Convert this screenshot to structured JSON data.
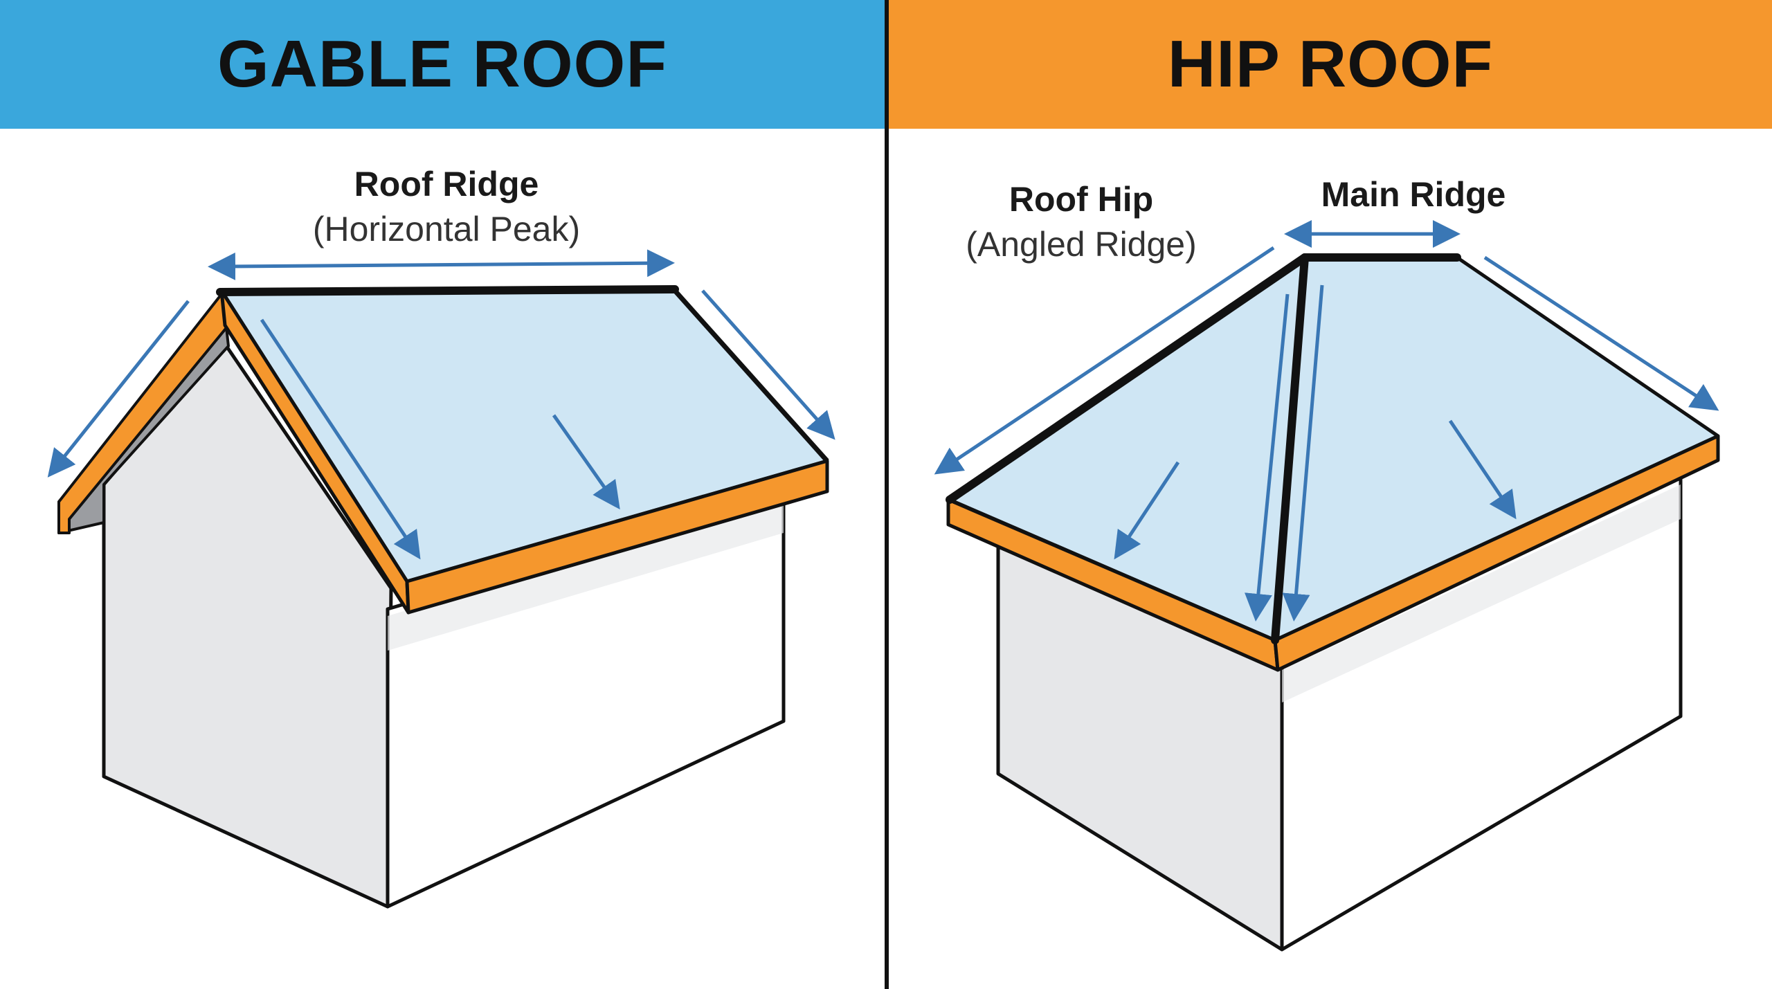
{
  "left_panel": {
    "title": "GABLE ROOF",
    "header_color": "#3aa7dc",
    "ridge_label": "Roof Ridge",
    "ridge_sublabel": "(Horizontal Peak)"
  },
  "right_panel": {
    "title": "HIP ROOF",
    "header_color": "#f5972d",
    "hip_label": "Roof Hip",
    "hip_sublabel": "(Angled Ridge)",
    "main_ridge_label": "Main Ridge"
  },
  "colors": {
    "roof_fill": "#cfe6f4",
    "fascia": "#f5972d",
    "wall": "#e6e7e9",
    "arrow": "#3a77b5",
    "outline": "#111111"
  }
}
